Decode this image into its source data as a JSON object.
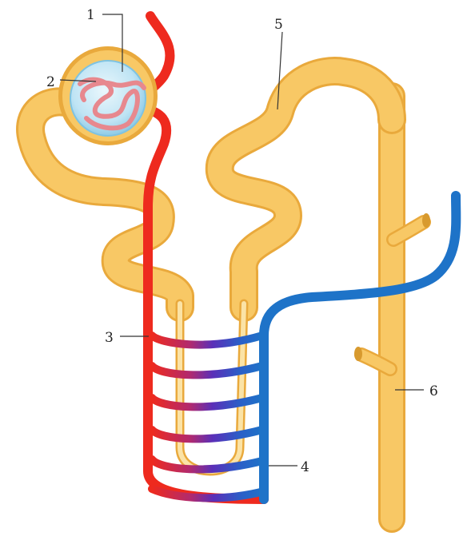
{
  "diagram": {
    "labels": [
      {
        "id": "1",
        "text": "1"
      },
      {
        "id": "2",
        "text": "2"
      },
      {
        "id": "3",
        "text": "3"
      },
      {
        "id": "4",
        "text": "4"
      },
      {
        "id": "5",
        "text": "5"
      },
      {
        "id": "6",
        "text": "6"
      }
    ],
    "colors": {
      "tubule": "#F8C865",
      "tubule_dark": "#E9A93C",
      "artery": "#EE2A1E",
      "vein": "#1E73C8",
      "mixed": "#6A2FB0",
      "capsule_inner": "#BFE4F4",
      "glomerulus": "#E7888E"
    }
  }
}
